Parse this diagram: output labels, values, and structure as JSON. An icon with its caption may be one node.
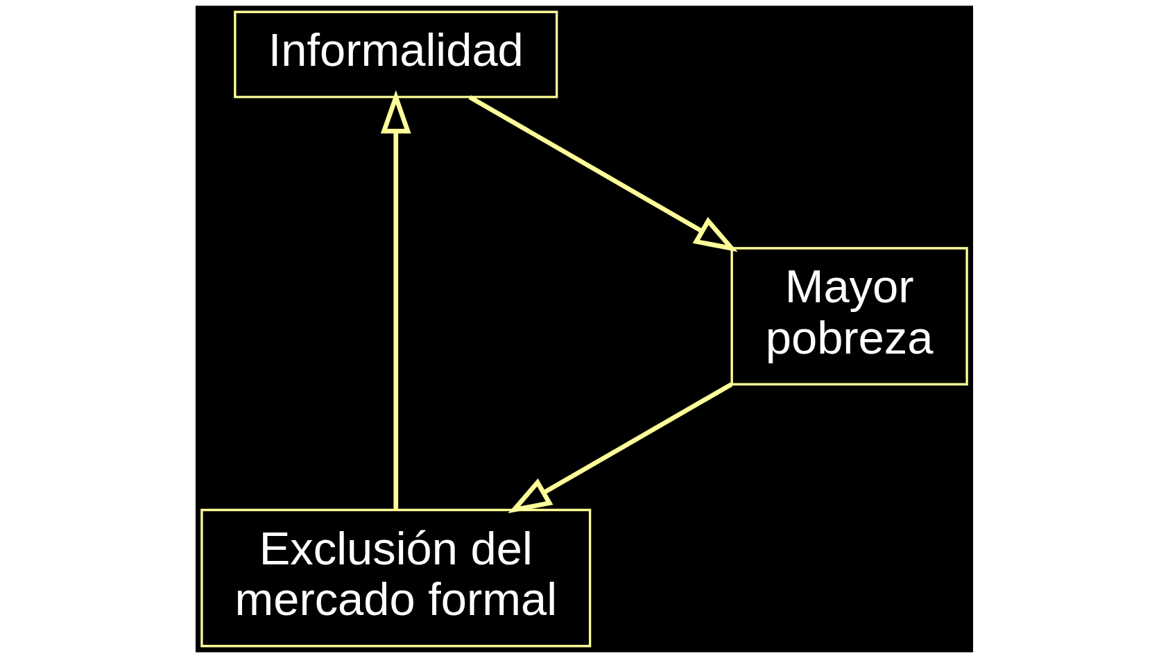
{
  "diagram": {
    "nodes": [
      {
        "text": [
          "Exclusión del mercado formal"
        ]
      },
      {
        "text": [
          "Mayor pobreza"
        ]
      },
      {
        "text": [
          "Informalidad"
        ]
      }
    ],
    "edges": [
      {
        "from": 0,
        "to": 2,
        "arrow": "to"
      },
      {
        "from": 2,
        "to": 1,
        "arrow": "to"
      },
      {
        "from": 1,
        "to": 0,
        "arrow": "to"
      }
    ]
  }
}
